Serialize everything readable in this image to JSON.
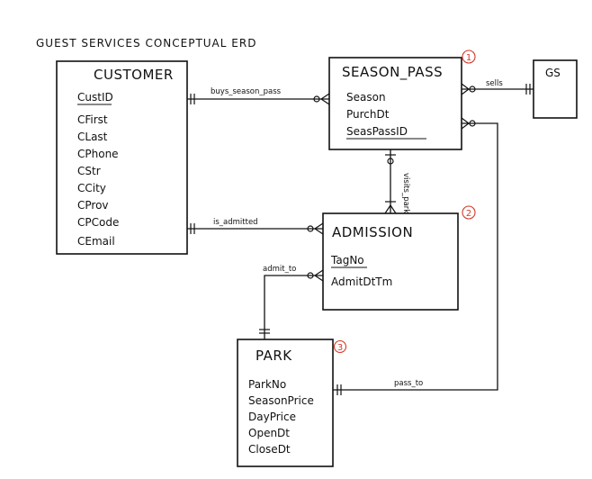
{
  "title": "GUEST SERVICES CONCEPTUAL ERD",
  "entities": {
    "customer": {
      "name": "CUSTOMER",
      "number": "",
      "attributes": [
        "CustID",
        "CFirst",
        "CLast",
        "CPhone",
        "CStr",
        "CCity",
        "CProv",
        "CPCode",
        "CEmail"
      ]
    },
    "season_pass": {
      "name": "SEASON_PASS",
      "number": "1",
      "attributes": [
        "Season",
        "PurchDt",
        "SeasPassID"
      ]
    },
    "gs": {
      "name": "GS",
      "number": "",
      "attributes": []
    },
    "admission": {
      "name": "ADMISSION",
      "number": "2",
      "attributes": [
        "TagNo",
        "AdmitDtTm"
      ]
    },
    "park": {
      "name": "PARK",
      "number": "3",
      "attributes": [
        "ParkNo",
        "SeasonPrice",
        "DayPrice",
        "OpenDt",
        "CloseDt"
      ]
    }
  },
  "relationships": {
    "buys_season_pass": "buys_season_pass",
    "sells": "sells",
    "visits_park": "visits_park",
    "is_admitted": "is_admitted",
    "admit_to": "admit_to",
    "pass_to": "pass_to"
  }
}
